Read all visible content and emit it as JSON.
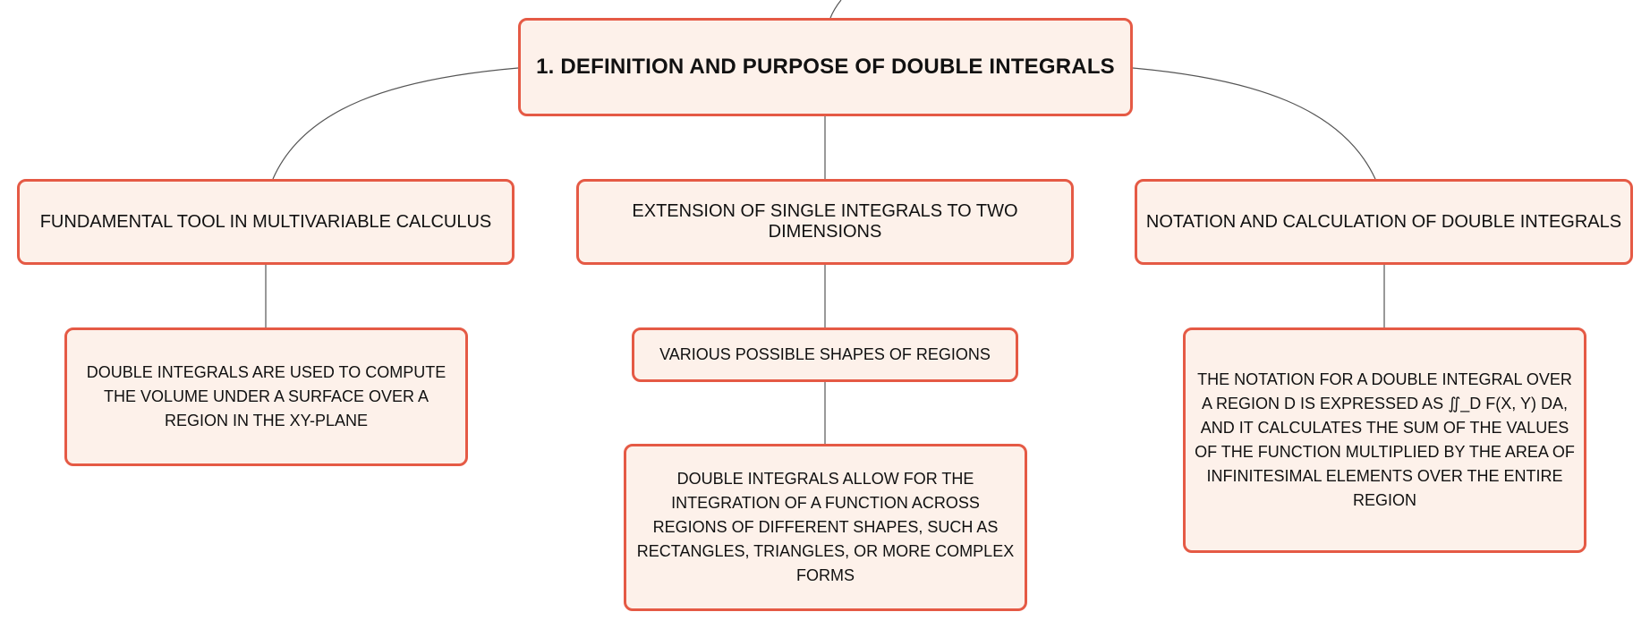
{
  "diagram": {
    "root": {
      "label": "1. DEFINITION AND PURPOSE OF DOUBLE INTEGRALS"
    },
    "branches": [
      {
        "label": "FUNDAMENTAL TOOL IN MULTIVARIABLE CALCULUS",
        "children": [
          {
            "label": "DOUBLE INTEGRALS ARE USED TO COMPUTE THE VOLUME UNDER A SURFACE OVER A REGION IN THE XY-PLANE"
          }
        ]
      },
      {
        "label": "EXTENSION OF SINGLE INTEGRALS TO TWO DIMENSIONS",
        "children": [
          {
            "label": "VARIOUS POSSIBLE SHAPES OF REGIONS",
            "children": [
              {
                "label": "DOUBLE INTEGRALS ALLOW FOR THE INTEGRATION OF A FUNCTION ACROSS REGIONS OF DIFFERENT SHAPES, SUCH AS RECTANGLES, TRIANGLES, OR MORE COMPLEX FORMS"
              }
            ]
          }
        ]
      },
      {
        "label": "NOTATION AND CALCULATION OF DOUBLE INTEGRALS",
        "children": [
          {
            "label": "THE NOTATION FOR A DOUBLE INTEGRAL OVER A REGION D IS EXPRESSED AS ∬_D F(X, Y) DA, AND IT CALCULATES THE SUM OF THE VALUES OF THE FUNCTION MULTIPLIED BY THE AREA OF INFINITESIMAL ELEMENTS OVER THE ENTIRE REGION"
          }
        ]
      }
    ]
  },
  "colors": {
    "node_border": "#e55a45",
    "node_fill": "#fdf1ea",
    "connector": "#555555"
  }
}
